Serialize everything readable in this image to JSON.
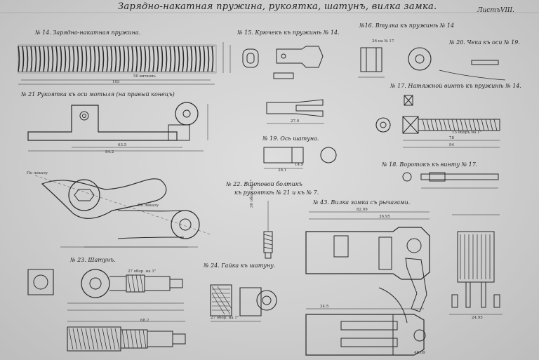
{
  "sheet": {
    "title": "Зарядно-накатная пружина, рукоятка, шатунъ, вилка замка.",
    "sheet_number": "ЛистъVIII."
  },
  "parts": {
    "p14": "№ 14. Зарядно-накатная пружина.",
    "p15": "№ 15. Крючекъ къ пружинѣ № 14.",
    "p16": "№16. Втулка къ пружинѣ № 14",
    "p20": "№ 20. Чека къ оси № 19.",
    "p17": "№ 17. Натяжной винтъ къ пружинѣ № 14.",
    "p21": "№ 21 Рукоятка къ оси мотыля (на правый конецъ)",
    "p19": "№ 19. Ось шатуна.",
    "p18": "№ 18. Воротокъ къ винту № 17.",
    "p22a": "№ 22. Винтовой болтикъ",
    "p22b": "къ рукояткѣ № 21 и къ № 7.",
    "p43": "№ 43. Вилка замка съ рычагами.",
    "p23": "№ 23. Шатунъ.",
    "p24": "№ 24. Гайка къ шатуну."
  },
  "dims": {
    "spring_coils": "50 витковъ",
    "spring_len": "105",
    "hook_len": "27.0",
    "sleeve_note": "26 на № 17",
    "screw_thread": "15 оборъ на 1\"",
    "screw_len": "78",
    "screw_total": "94",
    "handle_len": "84.2",
    "handle_part": "63.5",
    "handle_note_a": "По лекалу",
    "handle_note_b": "По лекалу",
    "axle_len": "28.1",
    "axle_part": "14.9",
    "crank_thread": "27 обор. на 1\"",
    "crank_len": "68.2",
    "nut_thread": "27 обор. на 1\"",
    "bolt_thread": "30 обор. на 1\"",
    "fork_total": "82.09",
    "fork_sub": "36.95",
    "fork_right": "24.95",
    "fork_lower": "24.5",
    "fork_lower_total": "48.09"
  }
}
